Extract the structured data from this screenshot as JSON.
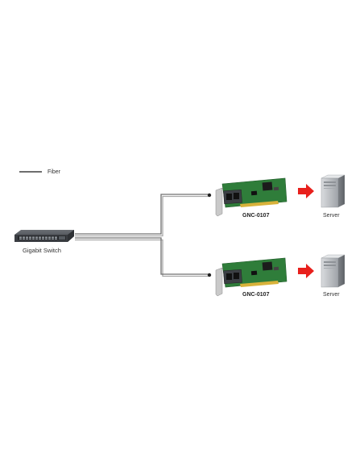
{
  "legend": {
    "fiber_label": "Fiber"
  },
  "switch": {
    "label": "Gigabit Switch"
  },
  "cards": [
    {
      "label": "GNC-0107"
    },
    {
      "label": "GNC-0107"
    }
  ],
  "servers": [
    {
      "label": "Server"
    },
    {
      "label": "Server"
    }
  ],
  "colors": {
    "fiber_line": "#6e6e6e",
    "arrow": "#e8201c",
    "pcb": "#2f7d3a",
    "bracket": "#c9c9c9",
    "switch_body": "#4a4d52",
    "server_body": "#b9bcc0"
  },
  "icons": [
    "fiber-legend-line",
    "gigabit-switch-icon",
    "network-card-icon",
    "red-arrow-icon",
    "server-icon"
  ]
}
